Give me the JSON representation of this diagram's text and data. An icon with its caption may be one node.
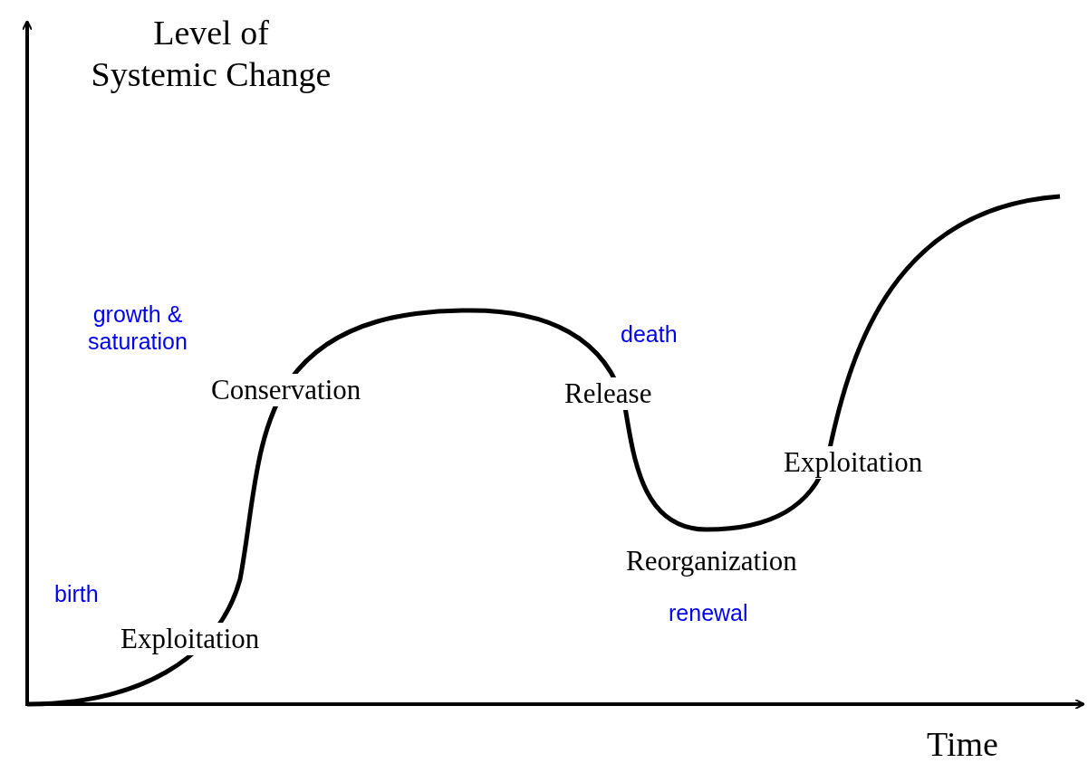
{
  "diagram": {
    "labels": [
      "Level of Systemic Change",
      "growth & saturation",
      "death",
      "Conservation",
      "Release",
      "Exploitation",
      "Reorganization",
      "birth",
      "renewal",
      "Exploitation",
      "Time"
    ]
  }
}
